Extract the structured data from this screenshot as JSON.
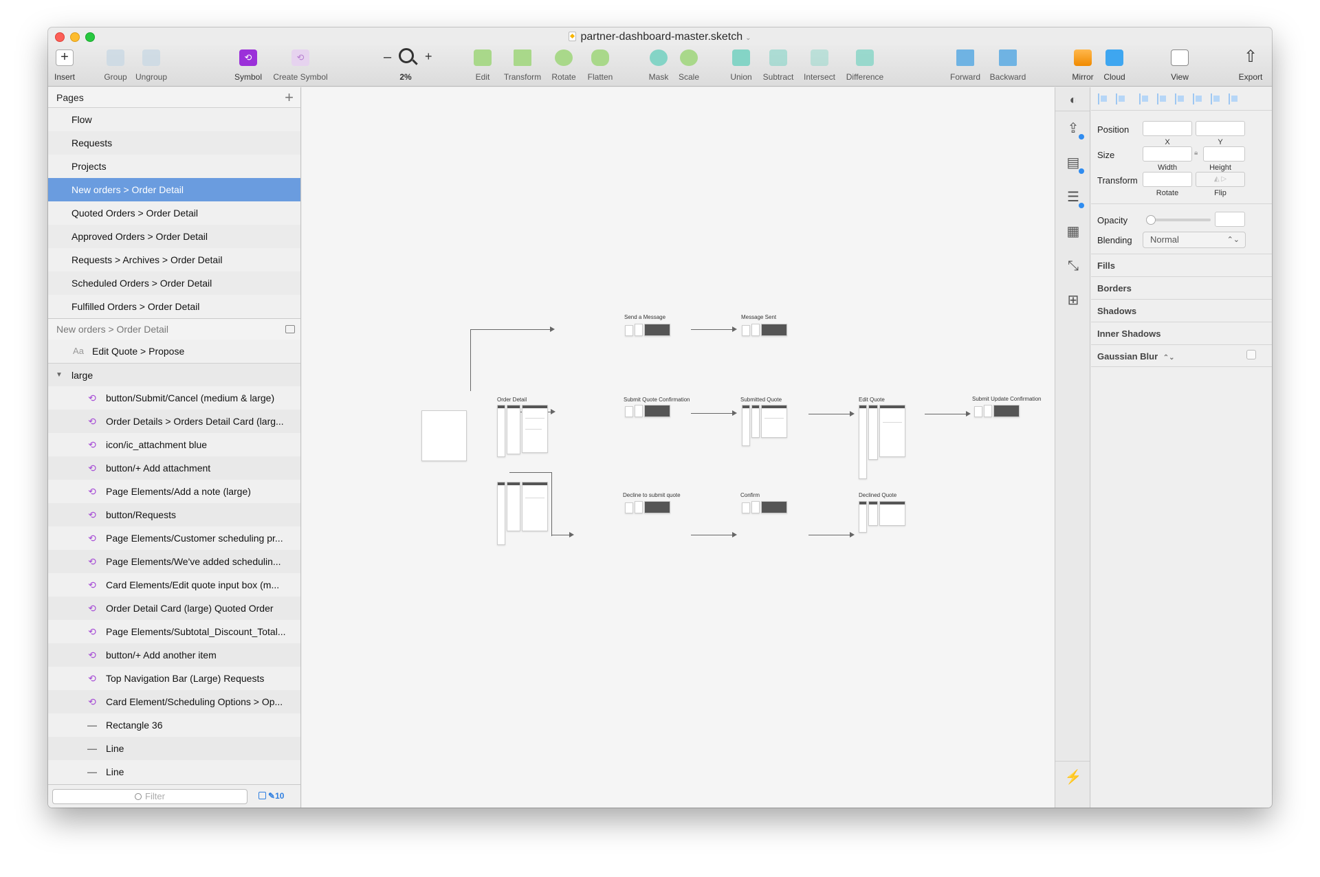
{
  "window": {
    "title": "partner-dashboard-master.sketch"
  },
  "toolbar": {
    "insert": "Insert",
    "group": "Group",
    "ungroup": "Ungroup",
    "symbol": "Symbol",
    "create_symbol": "Create Symbol",
    "zoom": "2%",
    "edit": "Edit",
    "transform": "Transform",
    "rotate": "Rotate",
    "flatten": "Flatten",
    "mask": "Mask",
    "scale": "Scale",
    "union": "Union",
    "subtract": "Subtract",
    "intersect": "Intersect",
    "difference": "Difference",
    "forward": "Forward",
    "backward": "Backward",
    "mirror": "Mirror",
    "cloud": "Cloud",
    "view": "View",
    "export": "Export"
  },
  "pages": {
    "header": "Pages",
    "items": [
      "Flow",
      "Requests",
      "Projects",
      "New orders > Order Detail",
      "Quoted Orders > Order Detail",
      "Approved Orders > Order Detail",
      "Requests > Archives > Order Detail",
      "Scheduled Orders > Order Detail",
      "Fulfilled Orders > Order Detail"
    ],
    "selected_index": 3
  },
  "layers": {
    "header": "New orders > Order Detail",
    "text_prefix": "Aa",
    "text_layer": "Edit Quote > Propose",
    "group": "large",
    "items": [
      "button/Submit/Cancel (medium & large)",
      "Order Details > Orders Detail Card (larg...",
      "icon/ic_attachment blue",
      "button/+ Add attachment",
      "Page Elements/Add a note (large)",
      "button/Requests",
      "Page Elements/Customer scheduling pr...",
      "Page Elements/We've added schedulin...",
      "Card Elements/Edit quote input box (m...",
      "Order Detail Card (large) Quoted Order",
      "Page Elements/Subtotal_Discount_Total...",
      "button/+ Add another item",
      "Top Navigation Bar (Large) Requests",
      "Card Element/Scheduling Options > Op..."
    ],
    "shapes": [
      "Rectangle 36",
      "Line",
      "Line"
    ],
    "filter_placeholder": "Filter",
    "count": "10"
  },
  "canvas": {
    "nodes": {
      "send_message": "Send a Message",
      "message_sent": "Message Sent",
      "order_detail": "Order Detail",
      "submit_quote_confirmation": "Submit Quote Confirmation",
      "submitted_quote": "Submitted Quote",
      "edit_quote": "Edit Quote",
      "submit_update_confirmation": "Submit Update Confirmation",
      "decline_to_submit": "Decline to submit quote",
      "confirm": "Confirm",
      "declined_quote": "Declined Quote"
    }
  },
  "inspector": {
    "position": "Position",
    "x": "X",
    "y": "Y",
    "size": "Size",
    "width": "Width",
    "height": "Height",
    "transform": "Transform",
    "rotate": "Rotate",
    "flip": "Flip",
    "opacity": "Opacity",
    "blending": "Blending",
    "blending_value": "Normal",
    "fills": "Fills",
    "borders": "Borders",
    "shadows": "Shadows",
    "inner_shadows": "Inner Shadows",
    "gaussian_blur": "Gaussian Blur"
  }
}
